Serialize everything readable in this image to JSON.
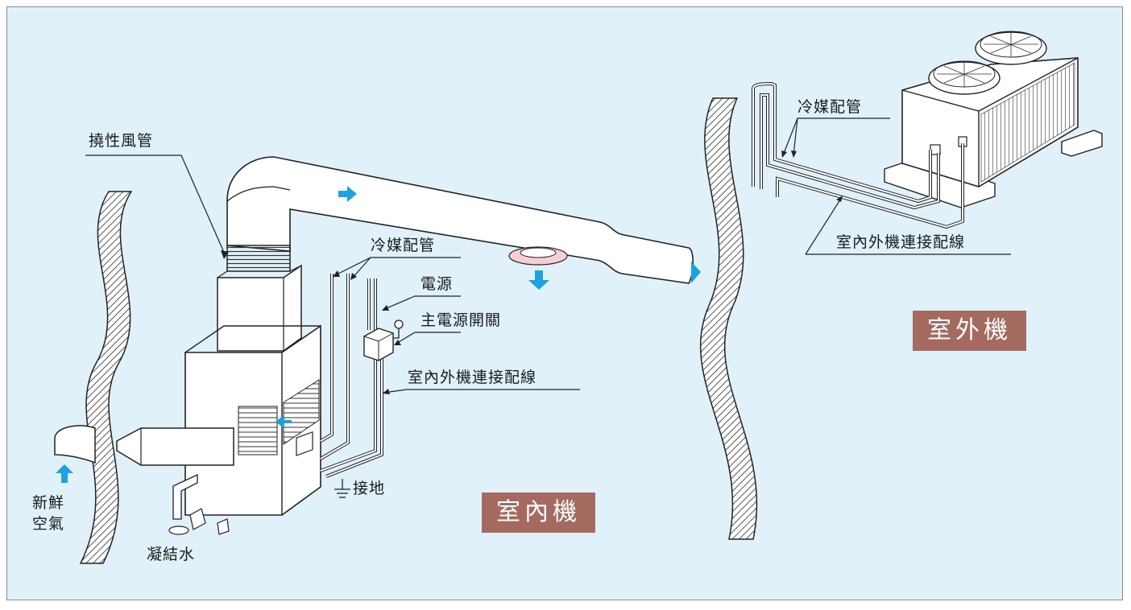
{
  "labels": {
    "flexible_duct": "撓性風管",
    "refrigerant_pipe_indoor": "冷媒配管",
    "power": "電源",
    "main_switch": "主電源開關",
    "connection_wiring_indoor": "室內外機連接配線",
    "ground": "接地",
    "condensate": "凝結水",
    "fresh_air_line1": "新鮮",
    "fresh_air_line2": "空氣",
    "refrigerant_pipe_outdoor": "冷媒配管",
    "connection_wiring_outdoor": "室內外機連接配線"
  },
  "tags": {
    "indoor_unit": "室內機",
    "outdoor_unit": "室外機"
  },
  "colors": {
    "background": "#e0f1f9",
    "tag_fill": "#a46a60",
    "airflow_arrow": "#1ca2e0",
    "wall_hatch": "#555555"
  }
}
